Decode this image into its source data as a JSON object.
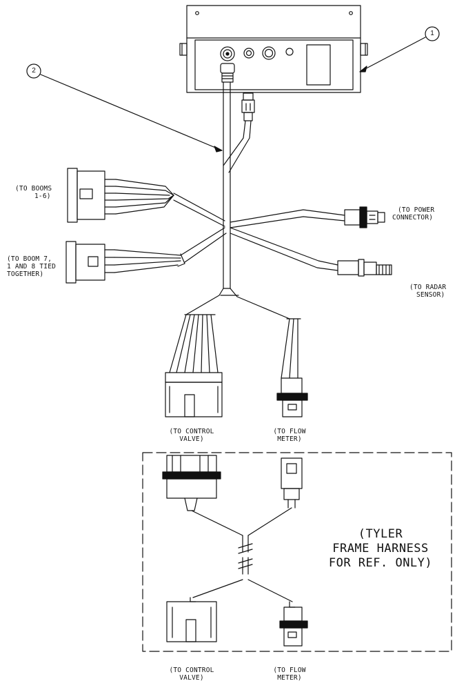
{
  "callouts": {
    "item_1": "1",
    "item_2": "2"
  },
  "labels": {
    "booms_1_6": [
      "(TO BOOMS",
      "1-6)"
    ],
    "boom_7": [
      "(TO BOOM 7,",
      "1 AND 8 TIED",
      "TOGETHER)"
    ],
    "power": [
      "(TO POWER",
      "CONNECTOR)"
    ],
    "radar": [
      "(TO RADAR",
      "SENSOR)"
    ],
    "control_valve_upper": [
      "(TO CONTROL",
      "VALVE)"
    ],
    "flow_meter_upper": [
      "(TO FLOW",
      "METER)"
    ],
    "tyler_note": [
      "(TYLER",
      "FRAME HARNESS",
      "FOR REF. ONLY)"
    ],
    "control_valve_lower": [
      "(TO CONTROL",
      "VALVE)"
    ],
    "flow_meter_lower": [
      "(TO FLOW",
      "METER)"
    ]
  }
}
